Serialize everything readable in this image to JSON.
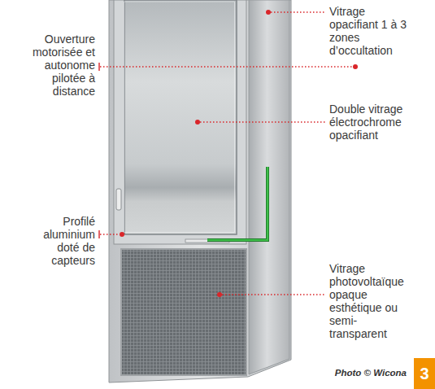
{
  "diagram": {
    "nodes": [
      {
        "text": [
          "3"
        ]
      }
    ],
    "labels": [
      "Ouverture motorisée et autonome pilotée à distance",
      "Profilé aluminium doté de capteurs",
      "Vitrage opacifiant 1 à 3 zones d’occultation",
      "Double vitrage électrochrome opacifiant",
      "Vitrage photovoltaïque opaque esthétique ou semi-transparent",
      "Photo © Wicona"
    ]
  }
}
